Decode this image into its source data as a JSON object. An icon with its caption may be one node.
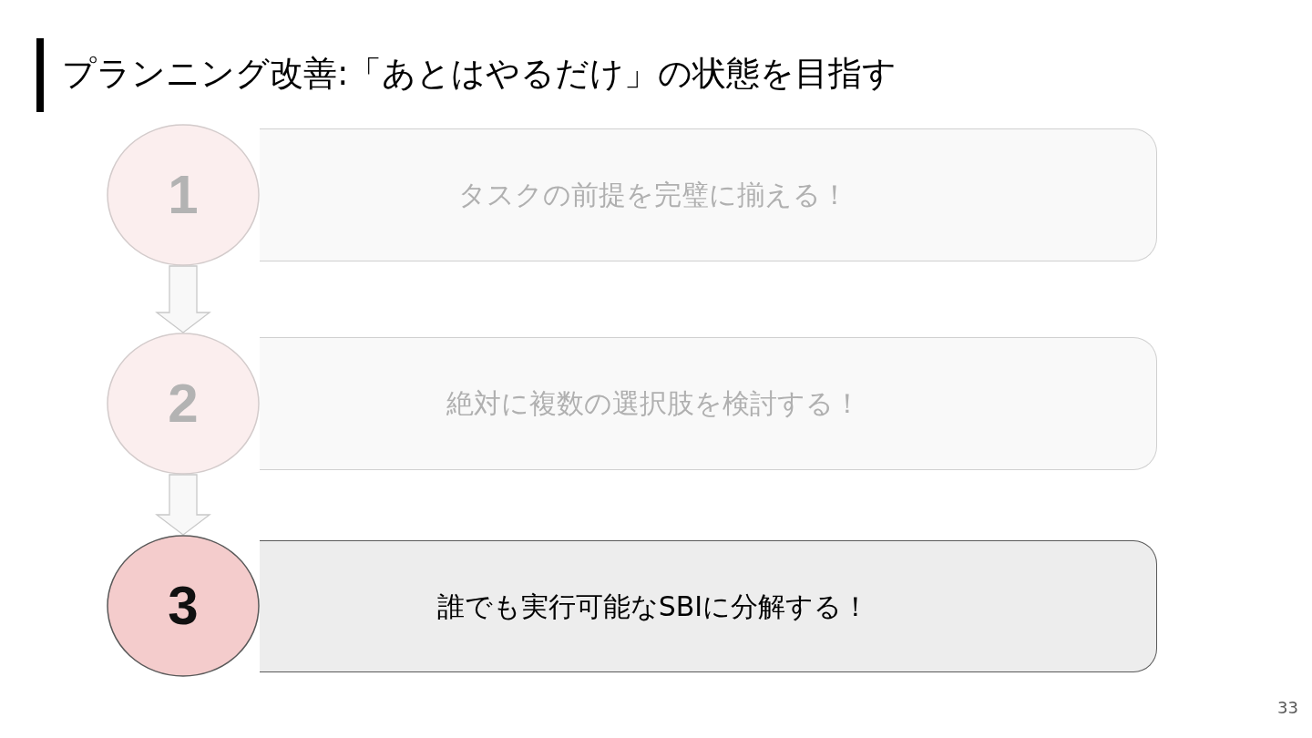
{
  "diagram": {
    "title": "プランニング改善:「あとはやるだけ」の状態を目指す",
    "nodes": [
      {
        "text": [
          "1"
        ]
      },
      {
        "text": [
          "タスクの前提を完璧に揃える！"
        ]
      },
      {
        "text": [
          "2"
        ]
      },
      {
        "text": [
          "絶対に複数の選択肢を検討する！"
        ]
      },
      {
        "text": [
          "3"
        ]
      },
      {
        "text": [
          "誰でも実行可能なSBIに分解する！"
        ]
      }
    ],
    "edges": [
      {
        "from": 0,
        "to": 2,
        "arrow": "to"
      },
      {
        "from": 2,
        "to": 4,
        "arrow": "to"
      }
    ],
    "labels": [
      "33"
    ]
  }
}
